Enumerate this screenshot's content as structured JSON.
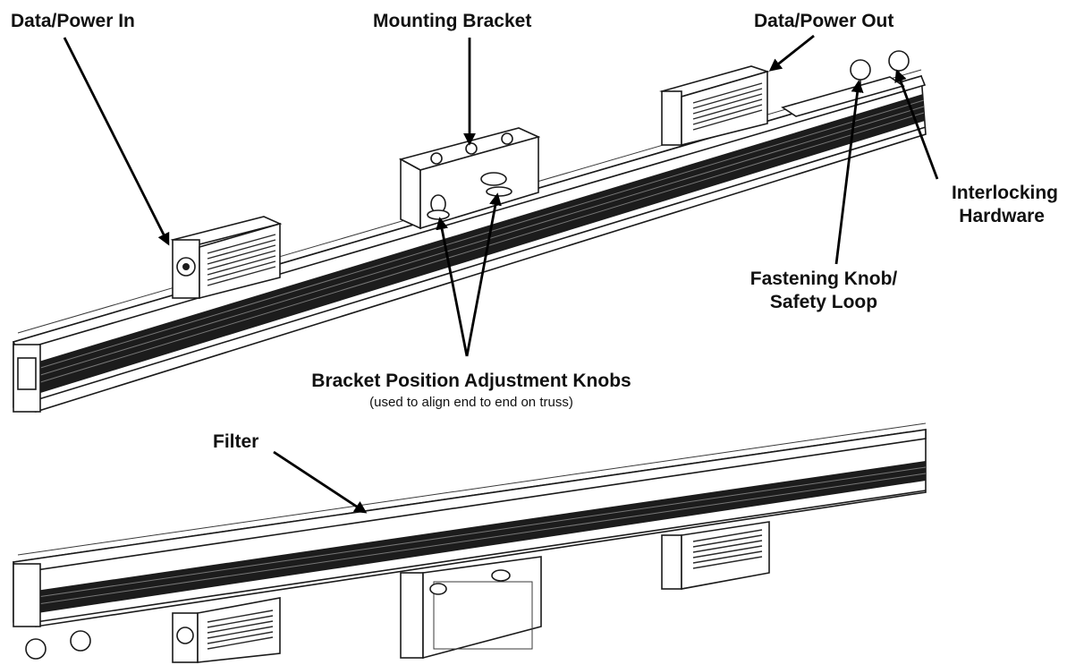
{
  "labels": {
    "data_power_in": "Data/Power In",
    "mounting_bracket": "Mounting Bracket",
    "data_power_out": "Data/Power Out",
    "interlocking_line1": "Interlocking",
    "interlocking_line2": "Hardware",
    "fastening_line1": "Fastening Knob/",
    "fastening_line2": "Safety Loop",
    "bracket_knobs": "Bracket Position Adjustment Knobs",
    "bracket_knobs_sub": "(used to align end to end on truss)",
    "filter": "Filter"
  }
}
